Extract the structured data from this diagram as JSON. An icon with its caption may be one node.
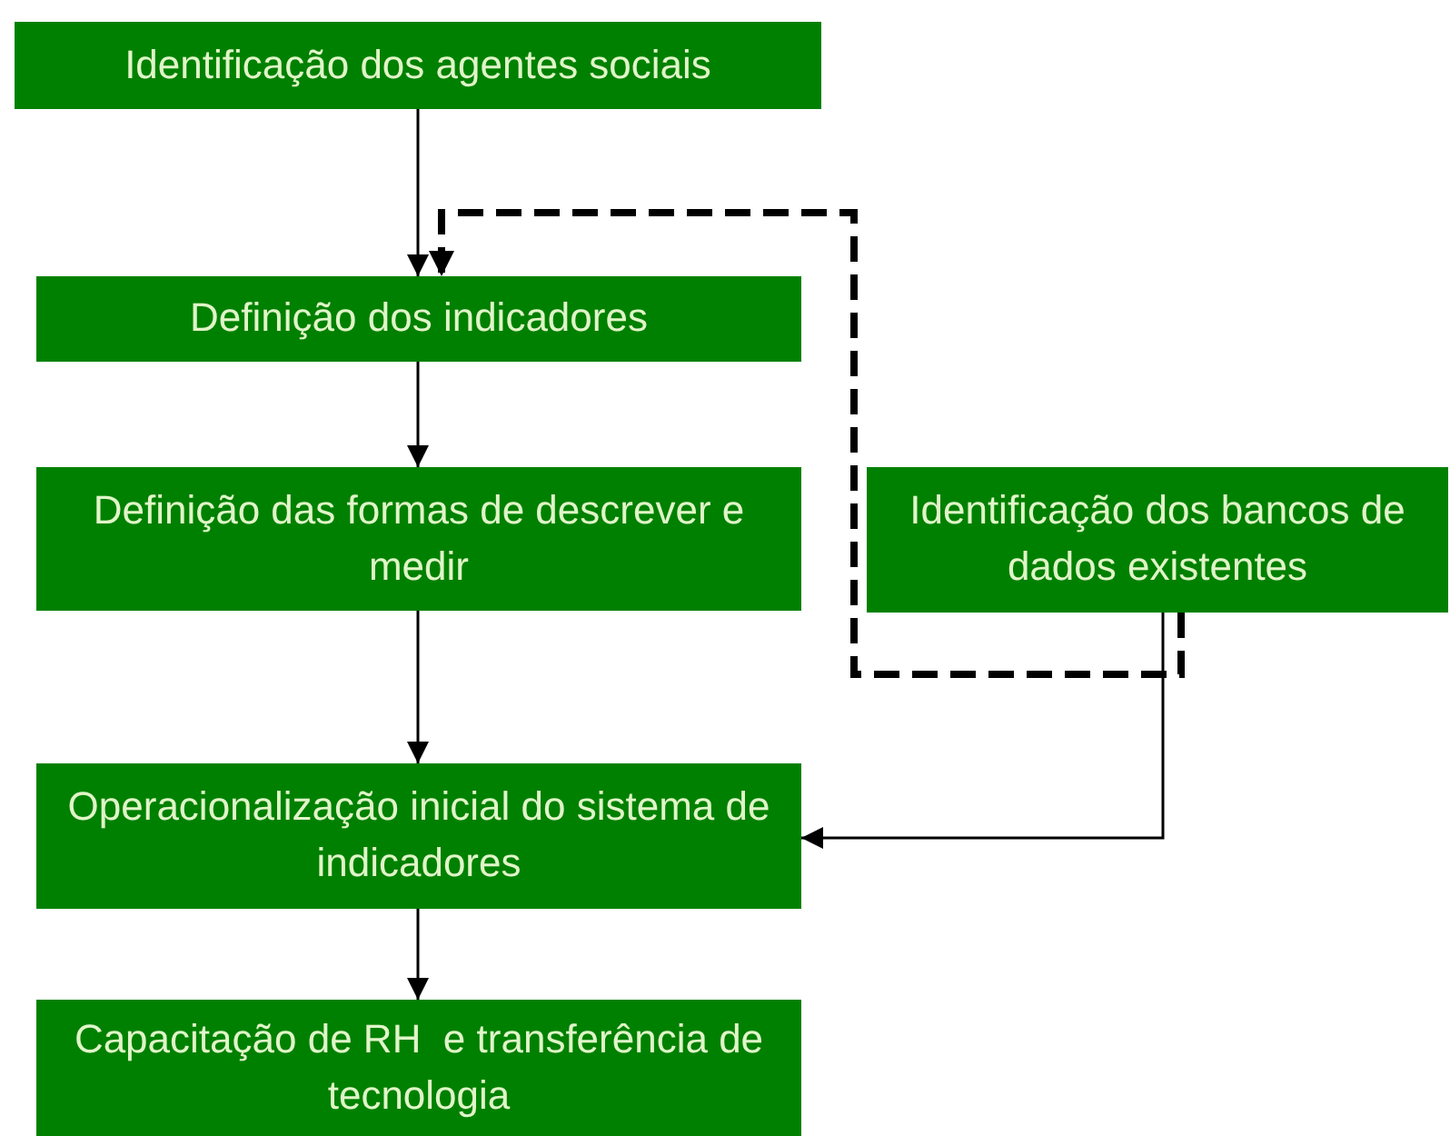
{
  "diagram": {
    "nodes": [
      {
        "text": [
          "Identificação dos agentes sociais"
        ]
      },
      {
        "text": [
          "Definição dos indicadores"
        ]
      },
      {
        "text": [
          "Definição das formas de descrever e medir"
        ]
      },
      {
        "text": [
          "Identificação dos bancos de dados existentes"
        ]
      },
      {
        "text": [
          "Operacionalização inicial do sistema de indicadores"
        ]
      },
      {
        "text": [
          "Capacitação de RH  e transferência de tecnologia"
        ]
      }
    ],
    "edges": [
      {
        "from": 0,
        "to": 1,
        "arrow": "to"
      },
      {
        "from": 1,
        "to": 2,
        "arrow": "to"
      },
      {
        "from": 2,
        "to": 4,
        "arrow": "to"
      },
      {
        "from": 4,
        "to": 5,
        "arrow": "to"
      },
      {
        "from": 3,
        "to": 4,
        "arrow": "to"
      },
      {
        "from": 3,
        "to": 1,
        "arrow": "to",
        "style": "dashed"
      }
    ]
  }
}
